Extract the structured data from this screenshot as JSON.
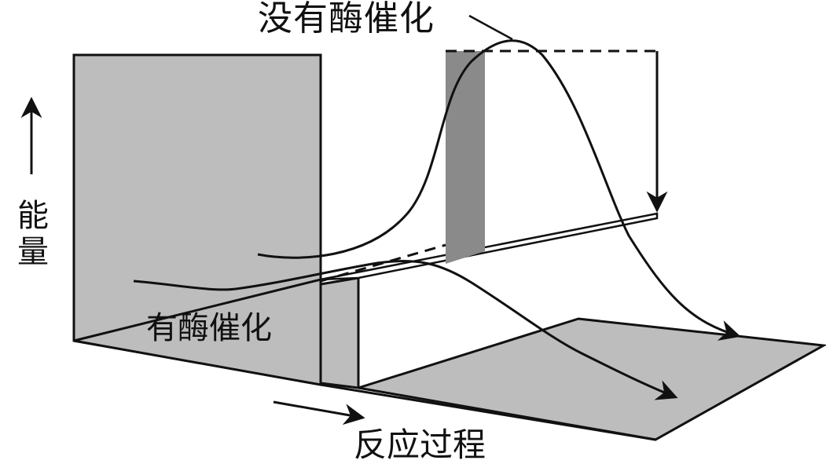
{
  "diagram": {
    "type": "3d-energy-diagram",
    "labels": {
      "no_enzyme": "没有酶催化",
      "with_enzyme": "有酶催化",
      "y_axis": "能量",
      "x_axis": "反应过程"
    },
    "colors": {
      "plane_light": "#bdbdbd",
      "bar_dark": "#8a8a8a",
      "line": "#111111",
      "background": "#ffffff"
    },
    "elements": {
      "back_panel": "vertical gray energy wall",
      "floor_plane": "gray product plane",
      "tall_bar": "activation energy without enzyme",
      "short_bar": "activation energy with enzyme",
      "curve_no_enzyme": "high-barrier reaction path",
      "curve_with_enzyme": "low-barrier reaction path",
      "dashed_level": "peak energy reference line",
      "drop_arrow": "energy release arrow"
    }
  }
}
